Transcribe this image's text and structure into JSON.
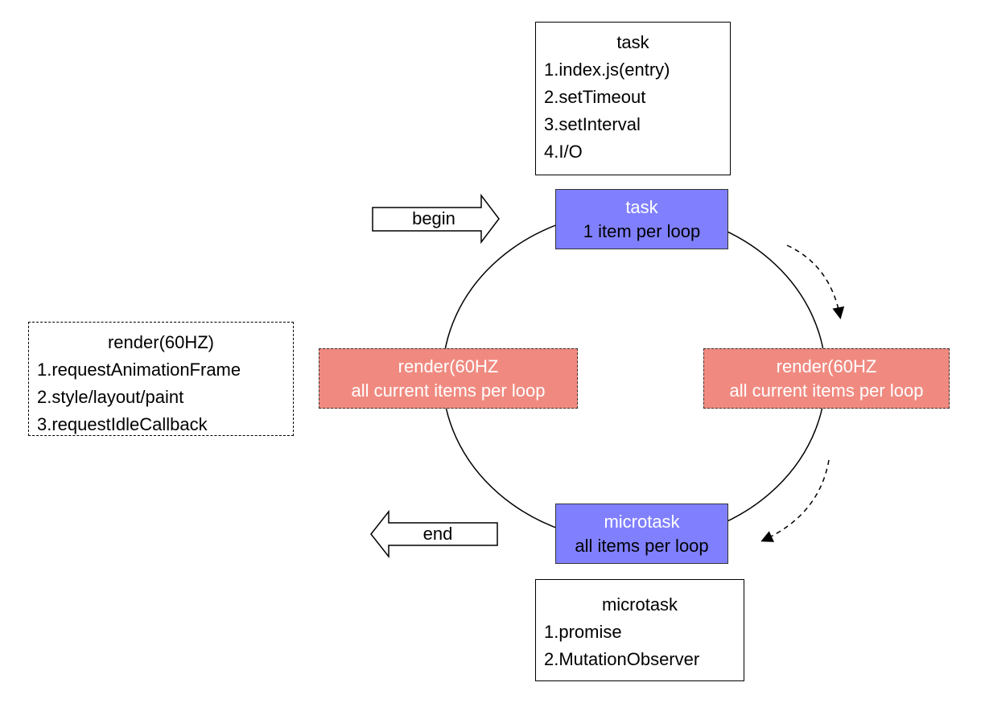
{
  "task_box": {
    "title": "task",
    "items": [
      "1.index.js(entry)",
      "2.setTimeout",
      "3.setInterval",
      "4.I/O"
    ]
  },
  "render_box": {
    "title": "render(60HZ)",
    "items": [
      "1.requestAnimationFrame",
      "2.style/layout/paint",
      "3.requestIdleCallback"
    ]
  },
  "microtask_box": {
    "title": "microtask",
    "items": [
      "1.promise",
      "2.MutationObserver"
    ]
  },
  "loop_nodes": {
    "task": {
      "line1": "task",
      "line2": "1 item per loop"
    },
    "render_left": {
      "line1": "render(60HZ",
      "line2": "all current items per loop"
    },
    "render_right": {
      "line1": "render(60HZ",
      "line2": "all current items per loop"
    },
    "microtask": {
      "line1": "microtask",
      "line2": "all items per loop"
    }
  },
  "arrows": {
    "begin": "begin",
    "end": "end"
  },
  "colors": {
    "task_fill": "#8080ff",
    "render_fill": "#f08a80"
  }
}
